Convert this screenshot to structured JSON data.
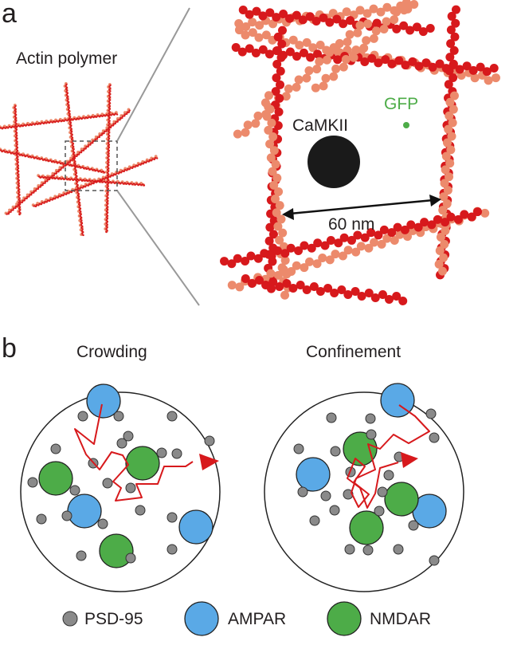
{
  "panels": {
    "a": {
      "letter": "a",
      "actin_label": "Actin polymer",
      "camkii_label": "CaMKII",
      "gfp_label": "GFP",
      "distance_label": "60 nm"
    },
    "b": {
      "letter": "b",
      "left_title": "Crowding",
      "right_title": "Confinement"
    }
  },
  "legend": {
    "items": [
      {
        "label": "PSD-95",
        "color": "#8a8a8a"
      },
      {
        "label": "AMPAR",
        "color": "#5aa9e6"
      },
      {
        "label": "NMDAR",
        "color": "#4dac48"
      }
    ]
  },
  "colors": {
    "actin_dark": "#d7191c",
    "actin_light": "#ec8a6c",
    "camkii": "#1a1a1a",
    "gfp": "#4dac48",
    "psd95": "#8a8a8a",
    "ampar": "#5aa9e6",
    "nmdar": "#4dac48",
    "path": "#d7191c"
  }
}
